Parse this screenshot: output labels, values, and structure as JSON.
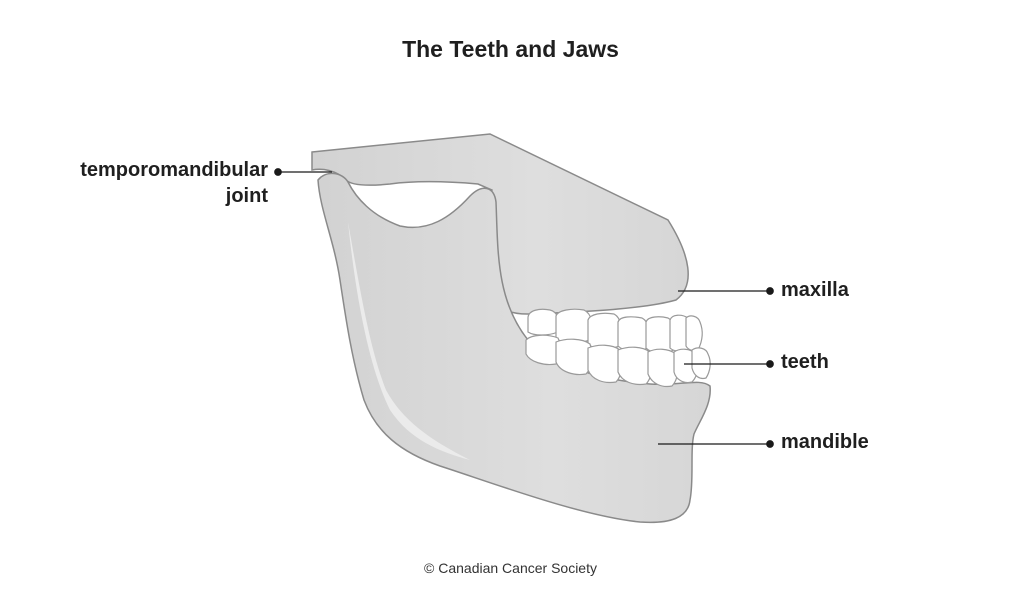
{
  "title": "The Teeth and Jaws",
  "labels": {
    "tmj_line1": "temporomandibular",
    "tmj_line2": "joint",
    "maxilla": "maxilla",
    "teeth": "teeth",
    "mandible": "mandible"
  },
  "copyright": "© Canadian Cancer Society",
  "colors": {
    "bone_fill": "#dcdcdc",
    "bone_stroke": "#8a8a8a",
    "tooth_fill": "#ffffff",
    "leader_line": "#1a1a1a"
  }
}
